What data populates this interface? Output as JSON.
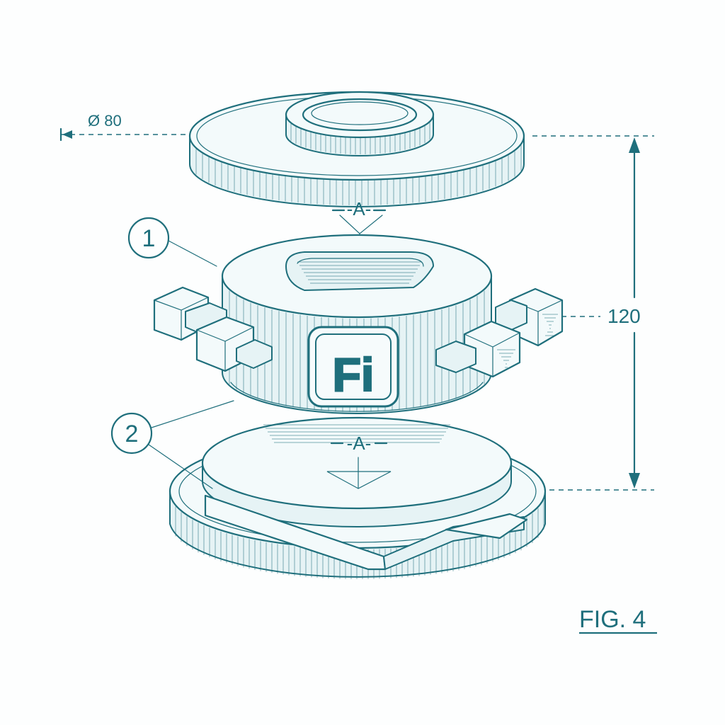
{
  "figure": {
    "diameter_label": "Ø 80",
    "height_label": "120",
    "section_top_label": "-A-",
    "section_bottom_label": "-A-",
    "callout_1": "1",
    "callout_2": "2",
    "logo_text": "Fi",
    "figure_caption": "FIG. 4"
  },
  "colors": {
    "ink": "#1f6f7c",
    "paper": "#fdfefe"
  }
}
